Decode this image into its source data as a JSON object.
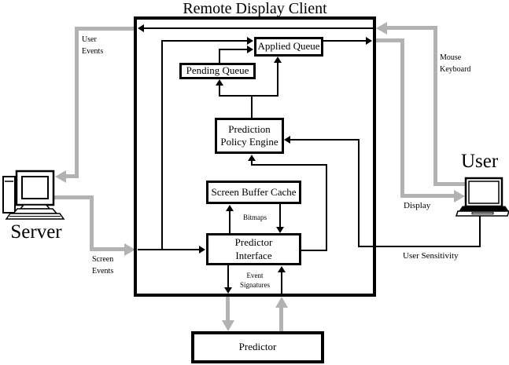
{
  "title": "Remote Display Client",
  "colors": {
    "line_black": "#000000",
    "connector_gray": "#b2b2b2",
    "node_fill": "#ffffff",
    "background": "#ffffff"
  },
  "nodes": {
    "applied_queue": {
      "label": "Applied Queue"
    },
    "pending_queue": {
      "label": "Pending Queue"
    },
    "prediction_policy_engine": {
      "line1": "Prediction",
      "line2": "Policy Engine"
    },
    "screen_buffer_cache": {
      "label": "Screen Buffer Cache"
    },
    "predictor_interface": {
      "line1": "Predictor",
      "line2": "Interface"
    },
    "predictor": {
      "label": "Predictor"
    }
  },
  "actors": {
    "server": {
      "label": "Server"
    },
    "user": {
      "label": "User"
    }
  },
  "edge_labels": {
    "user_events": {
      "line1": "User",
      "line2": "Events"
    },
    "screen_events": {
      "line1": "Screen",
      "line2": "Events"
    },
    "mouse_keyboard": {
      "line1": "Mouse",
      "line2": "Keyboard"
    },
    "display": "Display",
    "user_sensitivity": "User Sensitivity",
    "bitmaps": "Bitmaps",
    "event_signatures": {
      "line1": "Event",
      "line2": "Signatures"
    }
  }
}
